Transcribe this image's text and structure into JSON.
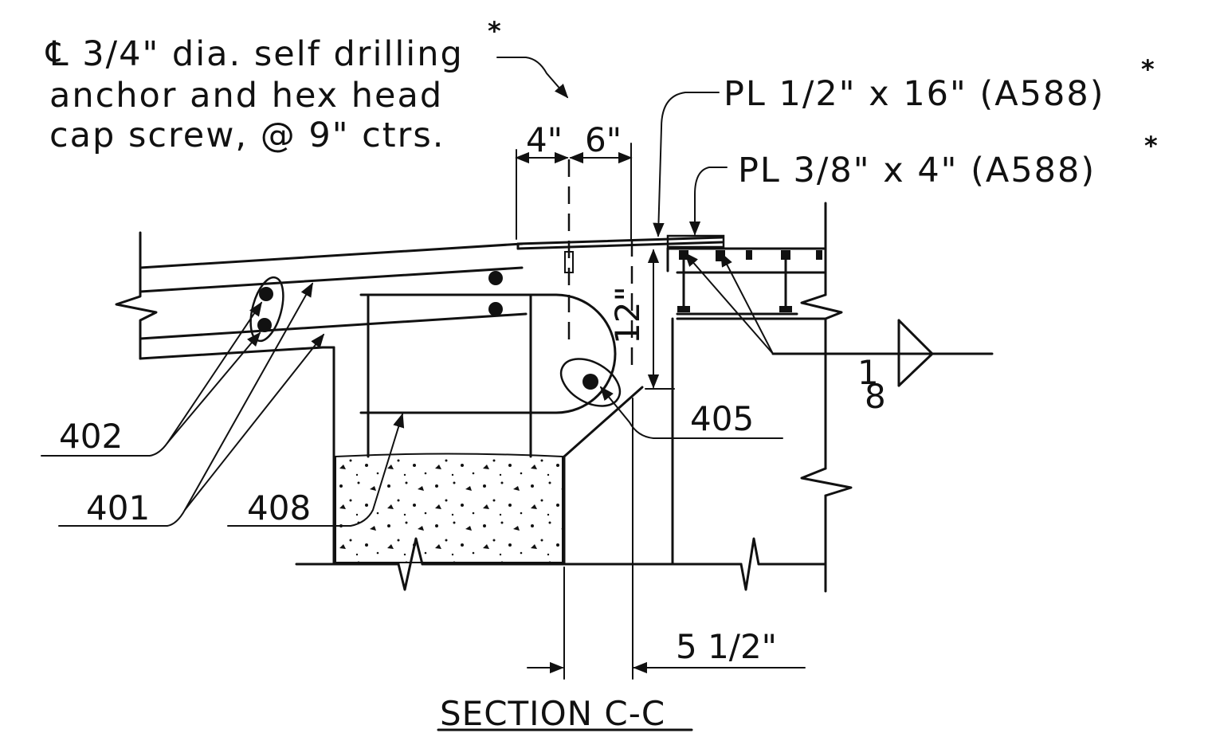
{
  "notes": {
    "anchor_line1": "℄ 3/4\" dia. self drilling",
    "anchor_line2": "anchor and hex head",
    "anchor_line3": "cap screw, @ 9\" ctrs.",
    "plate_large": "PL 1/2\" x 16\" (A588)",
    "plate_small": "PL 3/8\" x 4\" (A588)",
    "asterisk": "*"
  },
  "dimensions": {
    "d4": "4\"",
    "d6": "6\"",
    "d12": "12\"",
    "d5_5": "5 1/2\"",
    "weld_top": "1",
    "weld_bottom": "8"
  },
  "callouts": {
    "c402": "402",
    "c401": "401",
    "c408": "408",
    "c405": "405"
  },
  "title": "SECTION C-C"
}
